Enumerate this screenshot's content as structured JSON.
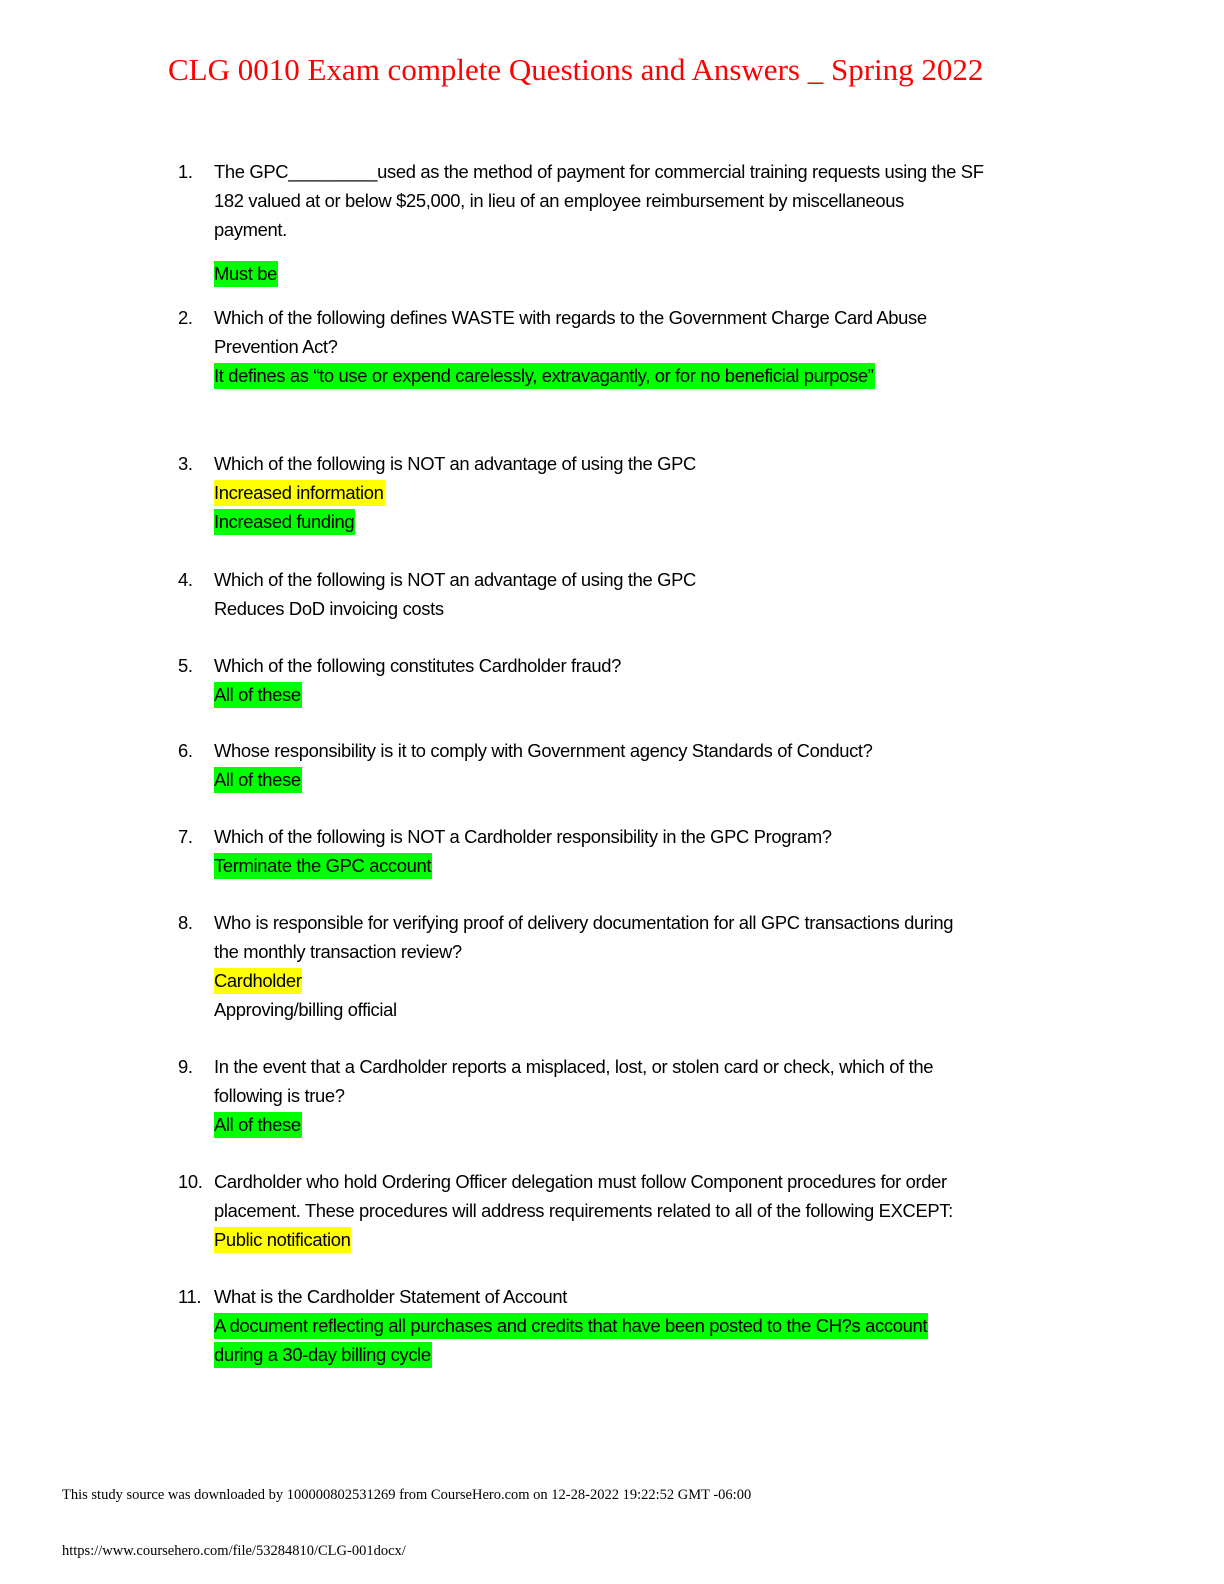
{
  "title": "CLG 0010 Exam complete Questions and Answers _ Spring 2022",
  "colors": {
    "title": "#ff0000",
    "correct_highlight": "#00ff00",
    "alt_highlight": "#ffff00"
  },
  "questions": [
    {
      "number": "1.",
      "lines": [
        "The GPC_________used as the method of payment for commercial training requests using the SF",
        "182 valued at or below $25,000, in lieu of an employee reimbursement by miscellaneous",
        "payment."
      ],
      "answers": [
        {
          "lines": [
            "Must be"
          ],
          "highlight": "#00ff00",
          "gap": true
        }
      ]
    },
    {
      "number": "2.",
      "lines": [
        "Which of the following defines WASTE with regards to the Government Charge Card Abuse",
        "Prevention Act?"
      ],
      "answers": [
        {
          "lines": [
            "It defines as “to use or expend carelessly, extravagantly, or for no beneficial purpose”"
          ],
          "highlight": "#00ff00"
        }
      ]
    },
    {
      "number": "3.",
      "lines": [
        "Which of the following is NOT an advantage of using the GPC"
      ],
      "answers": [
        {
          "lines": [
            "Increased information"
          ],
          "highlight": "#ffff00"
        },
        {
          "lines": [
            "Increased funding"
          ],
          "highlight": "#00ff00"
        }
      ]
    },
    {
      "number": "4.",
      "lines": [
        "Which of the following is NOT an advantage of using the GPC"
      ],
      "answers": [
        {
          "lines": [
            "Reduces DoD invoicing costs"
          ],
          "highlight": ""
        }
      ]
    },
    {
      "number": "5.",
      "lines": [
        "Which of the following constitutes Cardholder fraud?"
      ],
      "answers": [
        {
          "lines": [
            "All of these"
          ],
          "highlight": "#00ff00"
        }
      ]
    },
    {
      "number": "6.",
      "lines": [
        "Whose responsibility is it to comply with Government agency Standards of Conduct?"
      ],
      "answers": [
        {
          "lines": [
            "All of these"
          ],
          "highlight": "#00ff00"
        }
      ]
    },
    {
      "number": "7.",
      "lines": [
        "Which of the following is NOT a Cardholder responsibility in the GPC Program?"
      ],
      "answers": [
        {
          "lines": [
            "Terminate the GPC account"
          ],
          "highlight": "#00ff00"
        }
      ]
    },
    {
      "number": "8.",
      "lines": [
        "Who is responsible for verifying proof of delivery documentation for all GPC transactions during",
        "the monthly transaction review?"
      ],
      "answers": [
        {
          "lines": [
            "Cardholder"
          ],
          "highlight": "#ffff00"
        },
        {
          "lines": [
            "Approving/billing official"
          ],
          "highlight": ""
        }
      ]
    },
    {
      "number": "9.",
      "lines": [
        "In the event that a Cardholder reports a misplaced, lost, or stolen card or check, which of the",
        "following is true?"
      ],
      "answers": [
        {
          "lines": [
            "All of these"
          ],
          "highlight": "#00ff00"
        }
      ]
    },
    {
      "number": "10.",
      "lines": [
        "Cardholder who hold Ordering Officer delegation must follow Component procedures for order",
        "placement. These procedures will address requirements related to all of the following EXCEPT:"
      ],
      "answers": [
        {
          "lines": [
            "Public notification"
          ],
          "highlight": "#ffff00"
        }
      ]
    },
    {
      "number": "11.",
      "lines": [
        "What is the Cardholder Statement of Account"
      ],
      "answers": [
        {
          "lines": [
            "A document reflecting all purchases and credits that have been posted to the CH?s account",
            "during a 30-day billing cycle"
          ],
          "highlight": "#00ff00"
        }
      ]
    }
  ],
  "footer": {
    "download_notice": "This study source was downloaded by 100000802531269 from CourseHero.com on 12-28-2022 19:22:52 GMT -06:00",
    "url": "https://www.coursehero.com/file/53284810/CLG-001docx/"
  }
}
